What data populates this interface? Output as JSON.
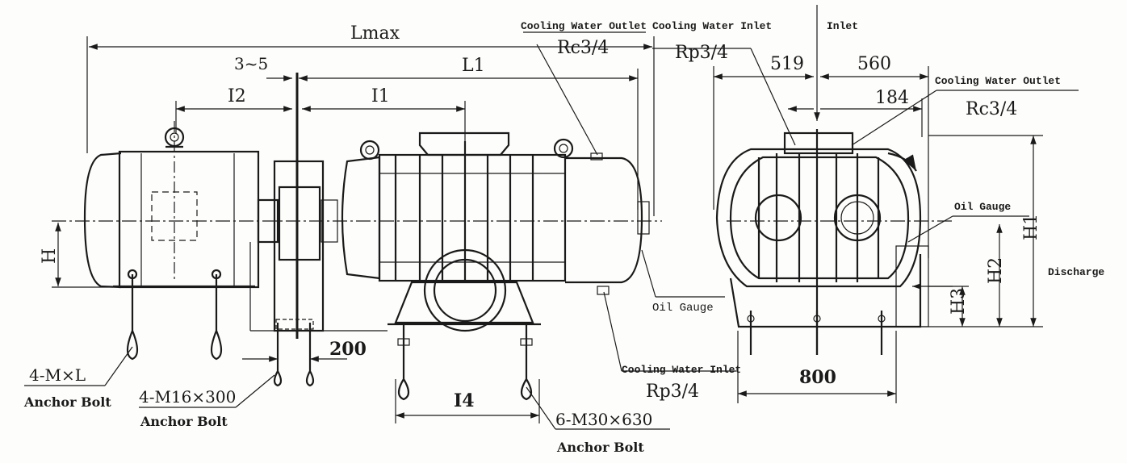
{
  "labels": {
    "lmax": "Lmax",
    "gap": "3~5",
    "l1": "L1",
    "l2": "I2",
    "i1": "I1",
    "h": "H",
    "anchor_4mxl": "4-M×L",
    "anchor_bolt_1": "Anchor Bolt",
    "anchor_m16": "4-M16×300",
    "anchor_bolt_2": "Anchor Bolt",
    "dim_200": "200",
    "i4": "I4",
    "anchor_m30": "6-M30×630",
    "anchor_bolt_3": "Anchor Bolt",
    "cw_outlet_top": "Cooling Water Outlet",
    "rc34_top": "Rc3/4",
    "cw_inlet_top": "Cooling Water Inlet",
    "rp34_top": "Rp3/4",
    "inlet": "Inlet",
    "dim_519": "519",
    "dim_560": "560",
    "dim_184": "184",
    "cw_outlet_right": "Cooling Water Outlet",
    "rc34_right": "Rc3/4",
    "oil_gauge_right": "Oil Gauge",
    "h1": "H1",
    "h2": "H2",
    "h3": "H3",
    "discharge": "Discharge",
    "oil_gauge_bottom": "Oil Gauge",
    "cw_inlet_bottom": "Cooling Water Inlet",
    "rp34_bottom": "Rp3/4",
    "dim_800": "800"
  }
}
